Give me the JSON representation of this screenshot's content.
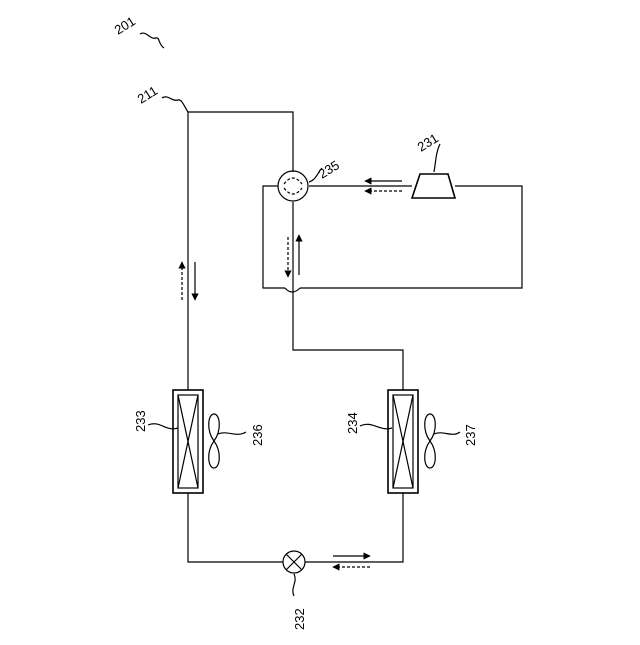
{
  "labels": {
    "system": "201",
    "pipe": "211",
    "compressor": "231",
    "expansion_valve": "232",
    "heat_exchanger_left": "233",
    "heat_exchanger_right": "234",
    "four_way_valve": "235",
    "fan_left": "236",
    "fan_right": "237"
  },
  "colors": {
    "line": "#000000",
    "background": "#ffffff"
  }
}
